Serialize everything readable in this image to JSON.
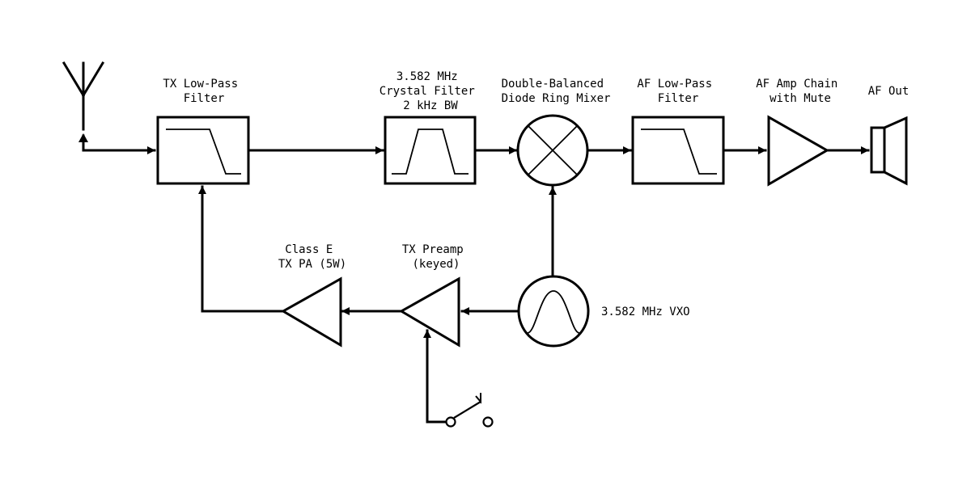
{
  "diagram": {
    "title": "",
    "labels": {
      "tx_lpf": [
        "TX Low-Pass",
        "Filter"
      ],
      "crystal_filter": [
        "3.582 MHz",
        "Crystal Filter",
        "2 kHz BW"
      ],
      "mixer": [
        "Double-Balanced",
        "Diode Ring Mixer"
      ],
      "af_lpf": [
        "AF Low-Pass",
        "Filter"
      ],
      "af_amp": [
        "AF Amp Chain",
        "with Mute"
      ],
      "af_out": [
        "AF Out"
      ],
      "pa": [
        "Class E",
        "TX PA (5W)"
      ],
      "preamp": [
        "TX Preamp",
        "(keyed)"
      ],
      "vxo": [
        "3.582 MHz VXO"
      ]
    },
    "blocks": [
      {
        "id": "antenna",
        "icon": "antenna-icon"
      },
      {
        "id": "tx_lpf",
        "icon": "lowpass-filter-icon"
      },
      {
        "id": "crystal_filter",
        "icon": "bandpass-filter-icon"
      },
      {
        "id": "mixer",
        "icon": "mixer-icon"
      },
      {
        "id": "af_lpf",
        "icon": "lowpass-filter-icon"
      },
      {
        "id": "af_amp",
        "icon": "amplifier-icon"
      },
      {
        "id": "speaker",
        "icon": "speaker-icon"
      },
      {
        "id": "pa",
        "icon": "amplifier-icon"
      },
      {
        "id": "preamp",
        "icon": "amplifier-icon"
      },
      {
        "id": "vxo",
        "icon": "oscillator-icon"
      },
      {
        "id": "key",
        "icon": "key-switch-icon"
      }
    ],
    "connections": [
      {
        "from": "antenna",
        "to": "tx_lpf"
      },
      {
        "from": "tx_lpf",
        "to": "crystal_filter"
      },
      {
        "from": "crystal_filter",
        "to": "mixer"
      },
      {
        "from": "mixer",
        "to": "af_lpf"
      },
      {
        "from": "af_lpf",
        "to": "af_amp"
      },
      {
        "from": "af_amp",
        "to": "speaker"
      },
      {
        "from": "vxo",
        "to": "mixer"
      },
      {
        "from": "vxo",
        "to": "preamp"
      },
      {
        "from": "preamp",
        "to": "pa"
      },
      {
        "from": "pa",
        "to": "tx_lpf"
      },
      {
        "from": "key",
        "to": "preamp"
      }
    ],
    "colors": {
      "ink": "#000000",
      "background": "#ffffff"
    }
  }
}
